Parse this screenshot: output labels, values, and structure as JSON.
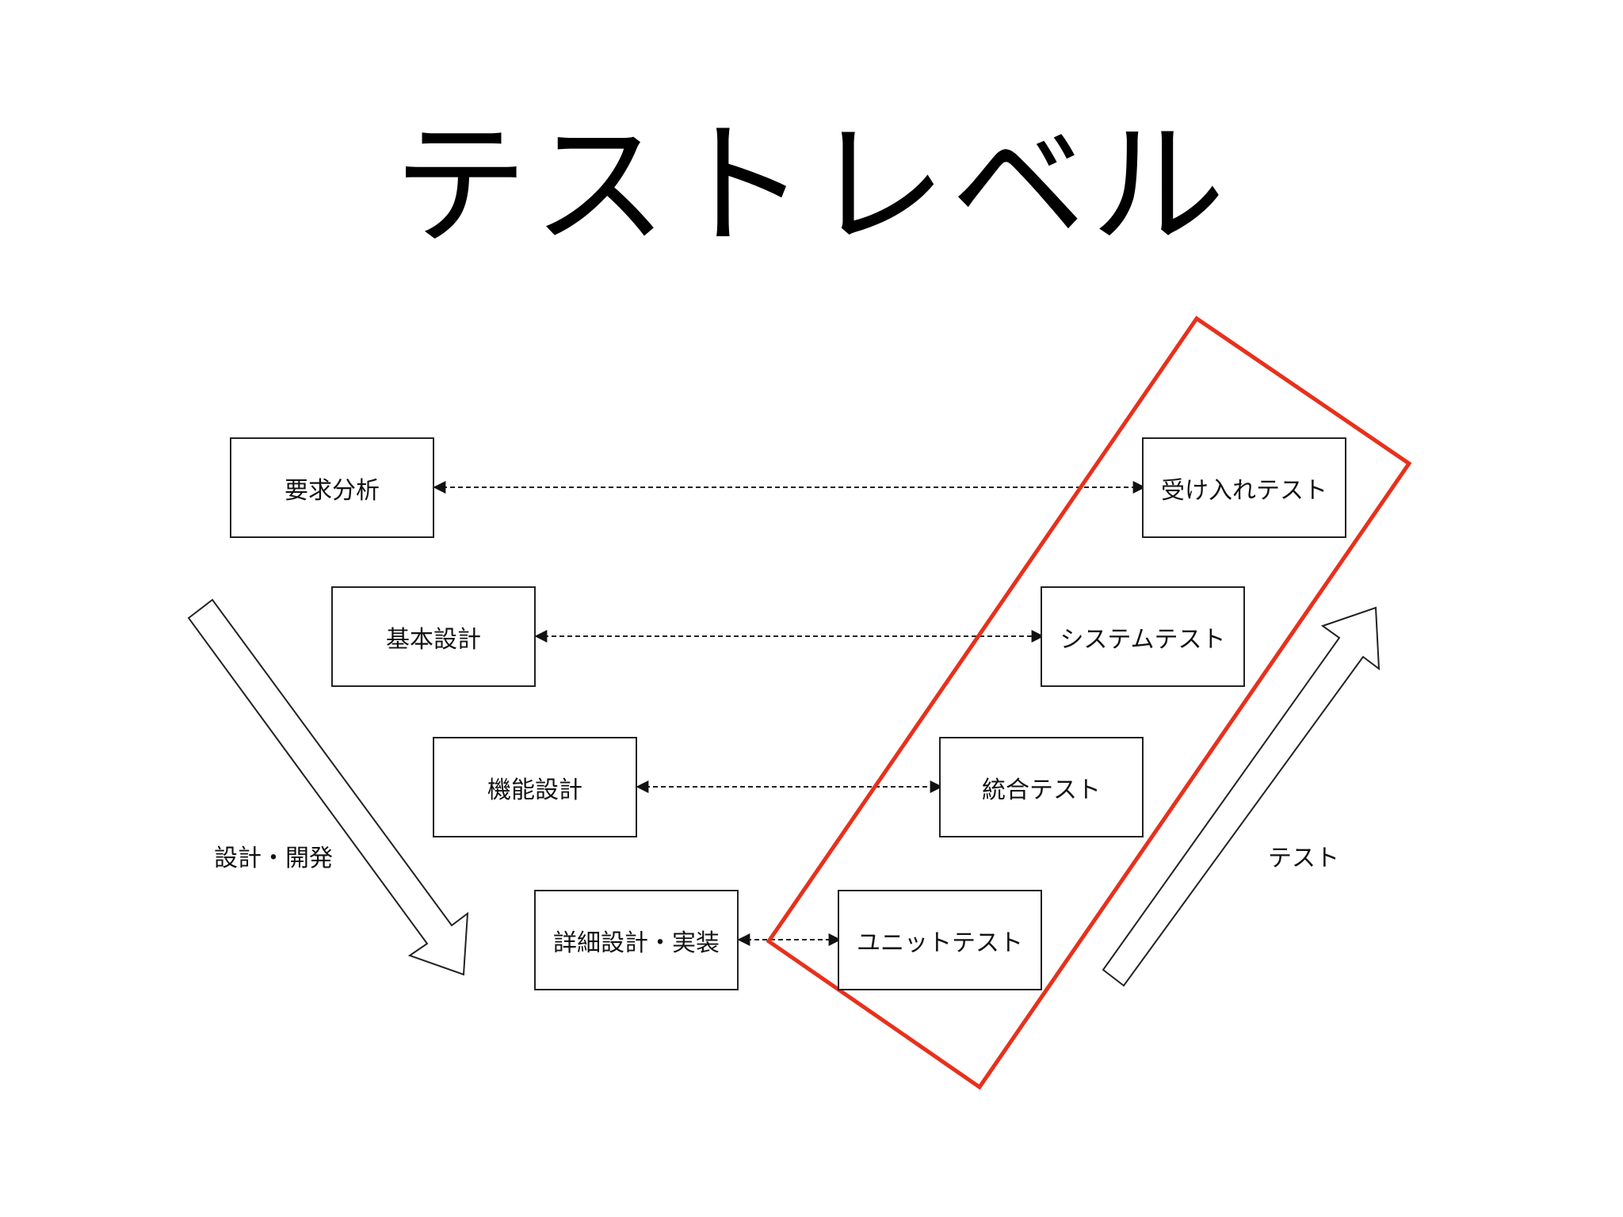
{
  "title": "テストレベル",
  "design_side": {
    "label": "設計・開発",
    "boxes": [
      {
        "label": "要求分析"
      },
      {
        "label": "基本設計"
      },
      {
        "label": "機能設計"
      },
      {
        "label": "詳細設計・実装"
      }
    ]
  },
  "test_side": {
    "label": "テスト",
    "boxes": [
      {
        "label": "受け入れテスト"
      },
      {
        "label": "システムテスト"
      },
      {
        "label": "統合テスト"
      },
      {
        "label": "ユニットテスト"
      }
    ]
  },
  "colors": {
    "highlight": "#e8301c",
    "line": "#222222",
    "text": "#111111"
  }
}
